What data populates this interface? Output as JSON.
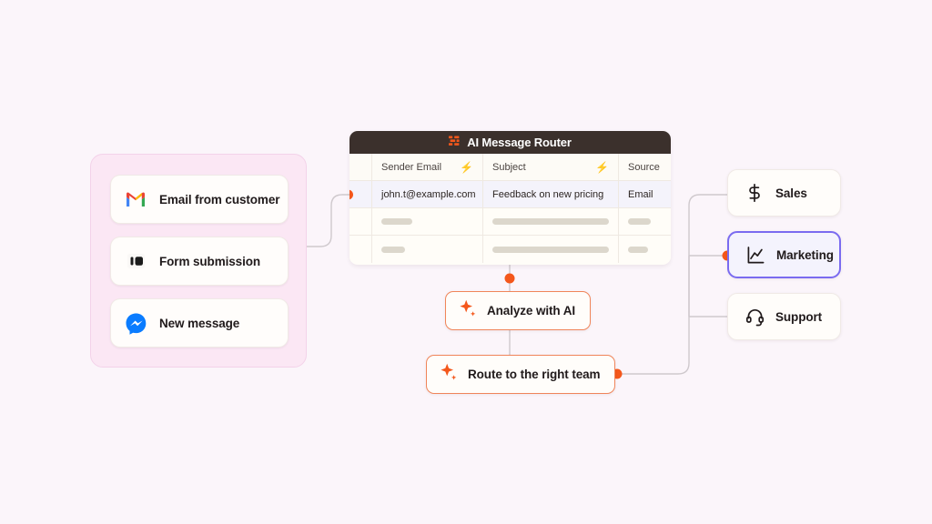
{
  "canvas": {
    "background_color": "#FBF5FA",
    "accent_color": "#F4571B",
    "highlight_color": "#7A6BF0"
  },
  "trigger_panel": {
    "background_color": "#FBE7F4",
    "items": [
      {
        "label": "Email from customer",
        "icon": "gmail-icon"
      },
      {
        "label": "Form submission",
        "icon": "typeform-icon"
      },
      {
        "label": "New message",
        "icon": "messenger-icon"
      }
    ]
  },
  "table": {
    "title": "AI Message Router",
    "title_icon": "zapier-tables-icon",
    "columns": [
      {
        "label": "",
        "key": "gutter",
        "has_ai_bolt": false
      },
      {
        "label": "Sender Email",
        "key": "sender",
        "has_ai_bolt": true
      },
      {
        "label": "Subject",
        "key": "subject",
        "has_ai_bolt": true
      },
      {
        "label": "Source",
        "key": "source",
        "has_ai_bolt": false
      }
    ],
    "rows": [
      {
        "selected": true,
        "has_dot": true,
        "sender": "john.t@example.com",
        "subject": "Feedback on new pricing",
        "source": "Email"
      },
      {
        "selected": false,
        "has_dot": false,
        "sender": "",
        "subject": "",
        "source": "",
        "placeholder_widths": {
          "sender": 34,
          "subject": 132,
          "source": 25
        }
      },
      {
        "selected": false,
        "has_dot": false,
        "sender": "",
        "subject": "",
        "source": "",
        "placeholder_widths": {
          "sender": 26,
          "subject": 140,
          "source": 22
        }
      }
    ]
  },
  "ai_actions": [
    {
      "label": "Analyze with AI",
      "icon": "ai-sparkle-icon"
    },
    {
      "label": "Route to the right team",
      "icon": "ai-sparkle-icon"
    }
  ],
  "destinations": [
    {
      "label": "Sales",
      "icon": "dollar-icon",
      "selected": false
    },
    {
      "label": "Marketing",
      "icon": "chart-line-icon",
      "selected": true
    },
    {
      "label": "Support",
      "icon": "headset-icon",
      "selected": false
    }
  ]
}
